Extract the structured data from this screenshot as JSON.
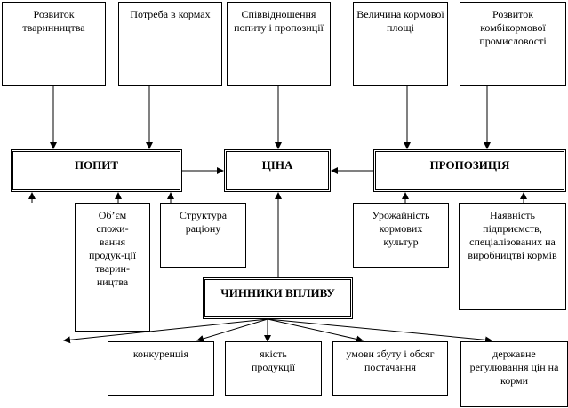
{
  "top_factors": [
    "Розвиток тваринництва",
    "Потреба в кормах",
    "Співвідношення попиту і пропозиції",
    "Величина кормової площі",
    "Розвиток комбікормової промисловості"
  ],
  "main": {
    "demand": "ПОПИТ",
    "price": "ЦІНА",
    "supply": "ПРОПОЗИЦІЯ",
    "factors": "ЧИННИКИ ВПЛИВУ"
  },
  "demand_factors": [
    "Об’єм спожи-вання продук-ції тварин-ництва",
    "Структура раціону"
  ],
  "supply_factors": [
    "Урожайність кормових культур",
    "Наявність підприємств, спеціалізованих на виробництві кормів"
  ],
  "influence_factors": [
    "конкуренція",
    "якість продукції",
    "умови збуту і обсяг постачання",
    "державне регулювання цін на корми"
  ]
}
